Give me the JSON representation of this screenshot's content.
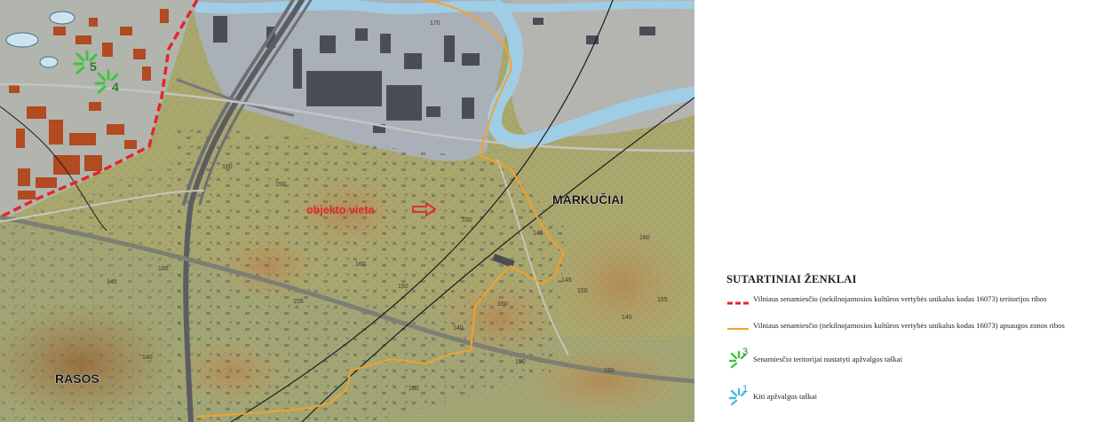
{
  "map": {
    "labels": {
      "markuciai": "MARKUČIAI",
      "rasos": "RASOS",
      "object_location": "objekto vieta"
    },
    "viewpoints": [
      {
        "number": "5",
        "group": "old-town"
      },
      {
        "number": "4",
        "group": "old-town"
      }
    ],
    "contours": [
      "170",
      "160",
      "150",
      "145",
      "150",
      "165",
      "160",
      "150",
      "145",
      "155",
      "140",
      "160",
      "150",
      "145",
      "150",
      "155",
      "160",
      "150",
      "145",
      "140",
      "150"
    ],
    "colors": {
      "territory_boundary": "#e3262b",
      "protection_zone_boundary": "#f2a22a",
      "old_town_viewpoint": "#3cc63c",
      "other_viewpoint": "#4fb6e6",
      "river": "#a7cfe6",
      "object_marker": "#e3262b"
    }
  },
  "legend": {
    "title": "SUTARTINIAI ŽENKLAI",
    "items": [
      {
        "symbol": "red-dashed-line-icon",
        "text": "Vilniaus senamiesčio (nekilnojamosios kultūros vertybės unikalus kodas 16073) teritorijos ribos"
      },
      {
        "symbol": "orange-solid-line-icon",
        "text": "Vilniaus senamiesčio (nekilnojamosios kultūros vertybės unikalus kodas 16073) apsaugos zonos ribos"
      },
      {
        "symbol": "green-burst-icon",
        "number": "3",
        "text": "Senamiesčio teritorijai nustatyti apžvalgos taškai"
      },
      {
        "symbol": "blue-burst-icon",
        "number": "1",
        "text": "Kiti apžvalgos taškai"
      }
    ]
  }
}
